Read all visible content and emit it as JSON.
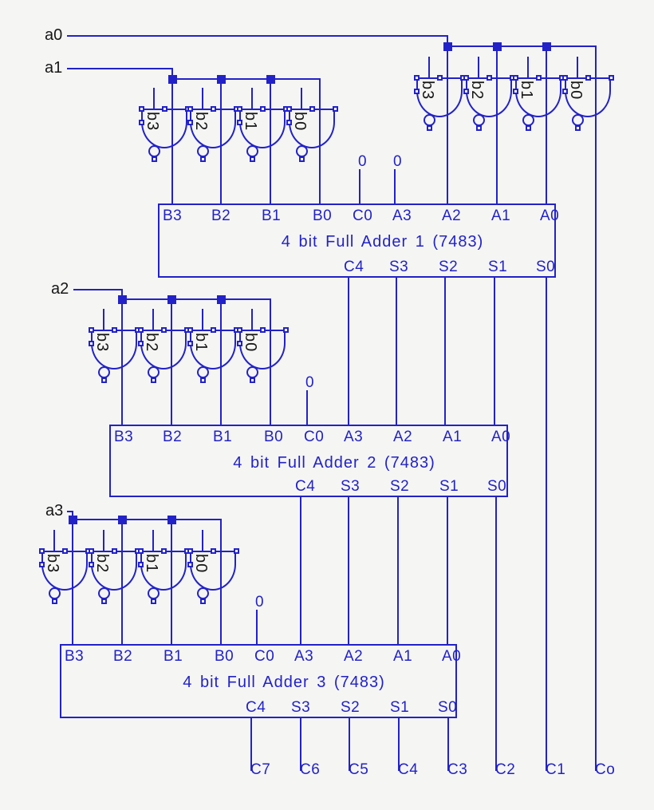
{
  "colors": {
    "wire": "#2222C8",
    "blue_text": "#2222C8",
    "dark_text": "#161616",
    "background": "#F5F5F4"
  },
  "inputs": [
    {
      "label": "a0"
    },
    {
      "label": "a1"
    },
    {
      "label": "a2"
    },
    {
      "label": "a3"
    }
  ],
  "gate_groups": [
    {
      "driver": "a0",
      "gates": [
        {
          "label": "b3"
        },
        {
          "label": "b2"
        },
        {
          "label": "b1"
        },
        {
          "label": "b0"
        }
      ]
    },
    {
      "driver": "a1",
      "gates": [
        {
          "label": "b3"
        },
        {
          "label": "b2"
        },
        {
          "label": "b1"
        },
        {
          "label": "b0"
        }
      ]
    },
    {
      "driver": "a2",
      "gates": [
        {
          "label": "b3"
        },
        {
          "label": "b2"
        },
        {
          "label": "b1"
        },
        {
          "label": "b0"
        }
      ]
    },
    {
      "driver": "a3",
      "gates": [
        {
          "label": "b3"
        },
        {
          "label": "b2"
        },
        {
          "label": "b1"
        },
        {
          "label": "b0"
        }
      ]
    }
  ],
  "adders": [
    {
      "title": "4 bit Full Adder 1 (7483)",
      "top_pins": [
        "B3",
        "B2",
        "B1",
        "B0",
        "C0",
        "A3",
        "A2",
        "A1",
        "A0"
      ],
      "bottom_pins": [
        "C4",
        "S3",
        "S2",
        "S1",
        "S0"
      ]
    },
    {
      "title": "4 bit Full Adder 2 (7483)",
      "top_pins": [
        "B3",
        "B2",
        "B1",
        "B0",
        "C0",
        "A3",
        "A2",
        "A1",
        "A0"
      ],
      "bottom_pins": [
        "C4",
        "S3",
        "S2",
        "S1",
        "S0"
      ]
    },
    {
      "title": "4 bit Full Adder 3 (7483)",
      "top_pins": [
        "B3",
        "B2",
        "B1",
        "B0",
        "C0",
        "A3",
        "A2",
        "A1",
        "A0"
      ],
      "bottom_pins": [
        "C4",
        "S3",
        "S2",
        "S1",
        "S0"
      ]
    }
  ],
  "constants": [
    {
      "label": "0"
    },
    {
      "label": "0"
    },
    {
      "label": "0"
    },
    {
      "label": "0"
    }
  ],
  "outputs": [
    {
      "label": "C7"
    },
    {
      "label": "C6"
    },
    {
      "label": "C5"
    },
    {
      "label": "C4"
    },
    {
      "label": "C3"
    },
    {
      "label": "C2"
    },
    {
      "label": "C1"
    },
    {
      "label": "Co"
    }
  ]
}
